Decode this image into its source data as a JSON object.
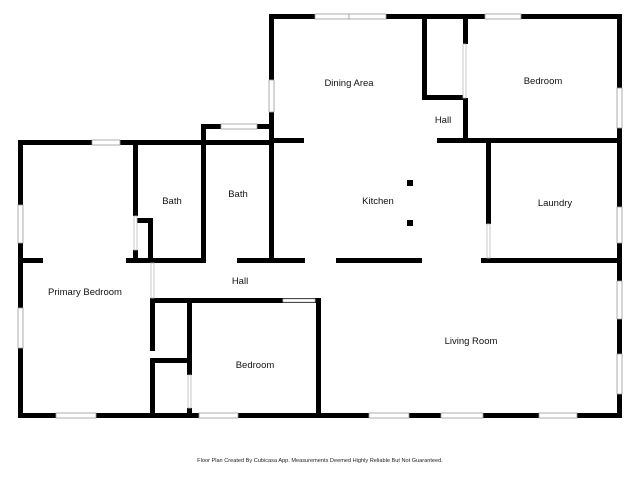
{
  "rooms": {
    "dining_area": "Dining Area",
    "bedroom_ne": "Bedroom",
    "hall_north": "Hall",
    "bath_left": "Bath",
    "bath_right": "Bath",
    "kitchen": "Kitchen",
    "laundry": "Laundry",
    "primary_bedroom": "Primary Bedroom",
    "hall_center": "Hall",
    "living_room": "Living Room",
    "bedroom_south": "Bedroom"
  },
  "footer": "Floor Plan Created By Cubicasa App. Measurements Deemed Highly Reliable But Not Guaranteed."
}
